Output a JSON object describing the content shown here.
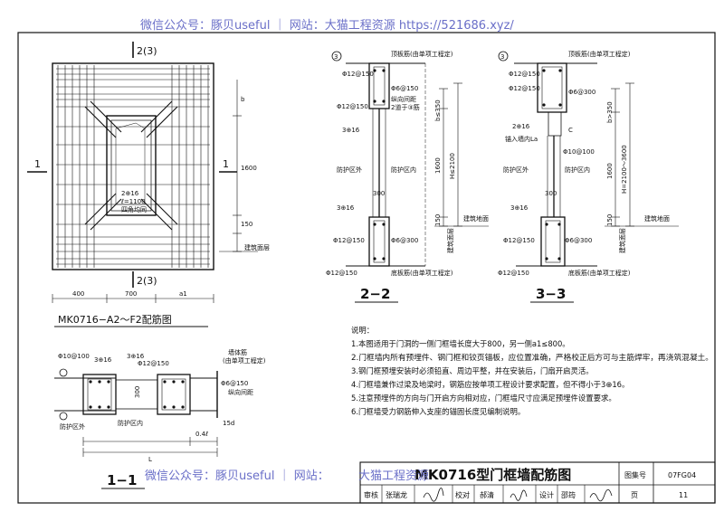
{
  "watermark": {
    "top": "微信公众号：豚贝useful ｜ 网站：大猫工程资源 https://521686.xyz/",
    "bottom_a": "微信公众号：豚贝useful ｜ 网站：",
    "bottom_b": "大猫工程资源"
  },
  "elevation": {
    "section_mark_top": "2(3)",
    "section_mark_bottom": "2(3)",
    "section_left": "1",
    "section_right": "1",
    "opening_rebar_1": "2⊕16",
    "opening_rebar_2": "ℓ=1100",
    "opening_rebar_3": "四角均同",
    "dim_b": "b",
    "dim_1600": "1600",
    "dim_150": "150",
    "floor_label": "建筑面层",
    "dim_400": "400",
    "dim_700": "700",
    "dim_a1": "a1",
    "caption": "MK0716−A2～F2配筋图"
  },
  "section22": {
    "mark": "3",
    "top_slab": "顶板筋(由单项工程定)",
    "r_12_150_top": "Φ12@150",
    "r_6_150": "Φ6@150",
    "lengthwise_1": "纵向间距",
    "lengthwise_2": "2道于③筋",
    "r_12_150_mid": "Φ12@150",
    "r_3_16_a": "3⊕16",
    "b_le_350": "b≤350",
    "protect_out": "防护区外",
    "protect_in": "防护区内",
    "dim_1600": "1600",
    "h_le": "H≤2100",
    "dim_300": "300",
    "r_3_16_b": "3⊕16",
    "r_12_150_bot": "Φ12@150",
    "r_6_300": "Φ6@300",
    "dim_150": "150",
    "floor": "建筑地面",
    "floor_layer": "建筑面层",
    "bottom_slab": "底板筋(由单项工程定)",
    "r_12_150_base": "Φ12@150",
    "caption": "2−2"
  },
  "section33": {
    "mark": "3",
    "top_slab": "顶板筋(由单项工程定)",
    "r_12_150_top": "Φ12@150",
    "r_12_150_b": "Φ12@150",
    "r_6_300": "Φ6@300",
    "b_gt_350": "b>350",
    "r_2_16": "2⊕16",
    "anchor": "锚入墙内La",
    "r_10_100": "Φ10@100",
    "c": "C",
    "protect_out": "防护区外",
    "protect_in": "防护区内",
    "dim_1600": "1600",
    "h_range": "H=2100～3600",
    "dim_300": "300",
    "r_3_16": "3⊕16",
    "r_12_150_bot": "Φ12@150",
    "r_6_300_b": "Φ6@300",
    "dim_150": "150",
    "floor": "建筑地面",
    "floor_layer": "建筑面层",
    "bottom_slab": "底板筋(由单项工程定)",
    "r_12_150_base": "Φ12@150",
    "caption": "3−3"
  },
  "section11": {
    "r_10_100": "Φ10@100",
    "r_3_16": "3⊕16",
    "r_12_150": "Φ12@150",
    "r_3_16_b": "3⊕16",
    "wall_1": "墙体筋",
    "wall_2": "(由单项工程定)",
    "dim_300": "300",
    "r_6_150": "Φ6@150",
    "lengthwise": "纵向间距",
    "protect_out": "防护区外",
    "protect_in": "防护区内",
    "dim_04": "0.4ℓ",
    "dim_l": "L",
    "dim_15d": "15d",
    "caption": "1−1"
  },
  "notes": {
    "title": "说明：",
    "items": [
      "1.本图适用于门洞的一侧门框墙长度大于800，另一侧a1≤800。",
      "2.门框墙内所有预埋件、钢门框和铰页锚板，应位置准确，严格校正后方可与主筋焊牢，再浇筑混凝土。",
      "3.钢门框预埋安装时必须铅直、周边平整，并在安装后，门扇开启灵活。",
      "4.门框墙兼作过梁及地梁时，钢筋应按单项工程设计要求配置，但不得小于3⊕16。",
      "5.注意预埋件的方向与门开启方向相对应，门框墙尺寸应满足预埋件设置要求。",
      "6.门框墙受力钢筋伸入支座的锚固长度见编制说明。"
    ]
  },
  "title_block": {
    "title": "MK0716型门框墙配筋图",
    "atlas_label": "图集号",
    "atlas_value": "07FG04",
    "review_label": "审核",
    "review_name": "张瑞龙",
    "check_label": "校对",
    "check_name": "郝清",
    "design_label": "设计",
    "design_name": "邵筠",
    "page_label": "页",
    "page_value": "11"
  }
}
